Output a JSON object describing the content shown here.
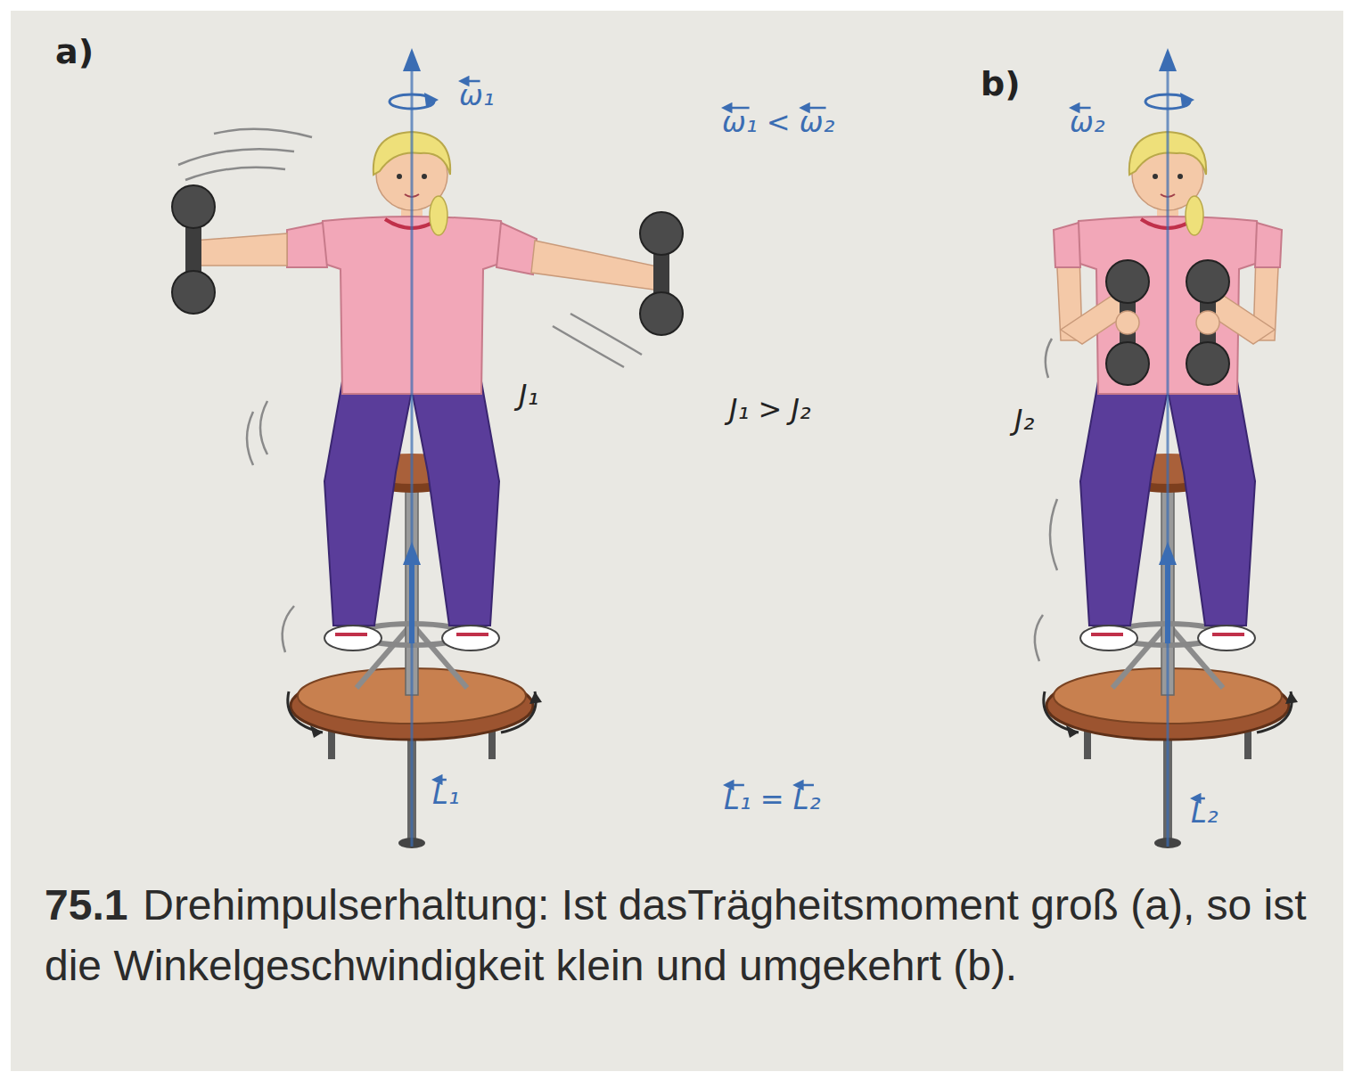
{
  "diagram": {
    "caption": "Drehimpulserhaltung: Ist dasTrägheitsmoment groß (a), so ist die Winkelgeschwindigkeit klein und umgekehrt (b).",
    "labels": [
      "a)",
      "ω₁",
      "ω₁ < ω₂",
      "b)",
      "ω₂",
      "J₁",
      "J₁ > J₂",
      "J₂",
      "L₁",
      "L₁ = L₂",
      "L₂",
      "75.1"
    ]
  }
}
